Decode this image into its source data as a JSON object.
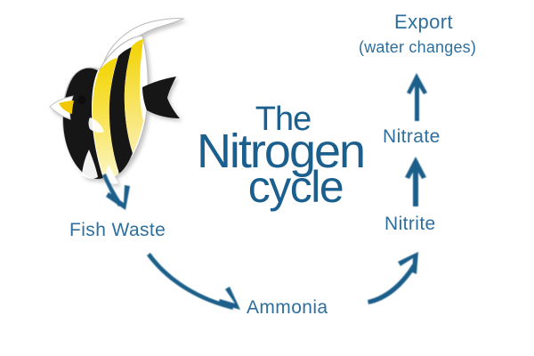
{
  "diagram": {
    "title_line1": "The",
    "title_line2": "Nitrogen",
    "title_line3": "cycle",
    "background_color": "#ffffff",
    "title_color": "#1a5f8e",
    "label_color": "#2e6f9e",
    "arrow_color": "#1d5f8a",
    "fish_yellow": "#f5d800",
    "fish_black": "#111111",
    "fish_white": "#ffffff"
  },
  "nodes": [
    {
      "id": "fish",
      "label": "",
      "sub": ""
    },
    {
      "id": "fish_waste",
      "label": "Fish Waste",
      "sub": ""
    },
    {
      "id": "ammonia",
      "label": "Ammonia",
      "sub": ""
    },
    {
      "id": "nitrite",
      "label": "Nitrite",
      "sub": ""
    },
    {
      "id": "nitrate",
      "label": "Nitrate",
      "sub": ""
    },
    {
      "id": "export",
      "label": "Export",
      "sub": "(water changes)"
    }
  ],
  "labels": {
    "fish_waste": "Fish Waste",
    "ammonia": "Ammonia",
    "nitrite": "Nitrite",
    "nitrate": "Nitrate",
    "export": "Export",
    "export_sub": "(water changes)"
  },
  "arrows": [
    {
      "from": "fish",
      "to": "fish_waste",
      "style": "straight-short",
      "direction": "down-right"
    },
    {
      "from": "fish_waste",
      "to": "ammonia",
      "style": "curved-sweep",
      "direction": "down-right"
    },
    {
      "from": "ammonia",
      "to": "nitrite",
      "style": "curved-sweep",
      "direction": "up-right"
    },
    {
      "from": "nitrite",
      "to": "nitrate",
      "style": "straight",
      "direction": "up"
    },
    {
      "from": "nitrate",
      "to": "export",
      "style": "straight-thin",
      "direction": "up"
    }
  ],
  "illustration": {
    "name": "moorish-idol-fish",
    "description": "Moorish idol fish with black and yellow vertical bands and long white dorsal filament"
  }
}
